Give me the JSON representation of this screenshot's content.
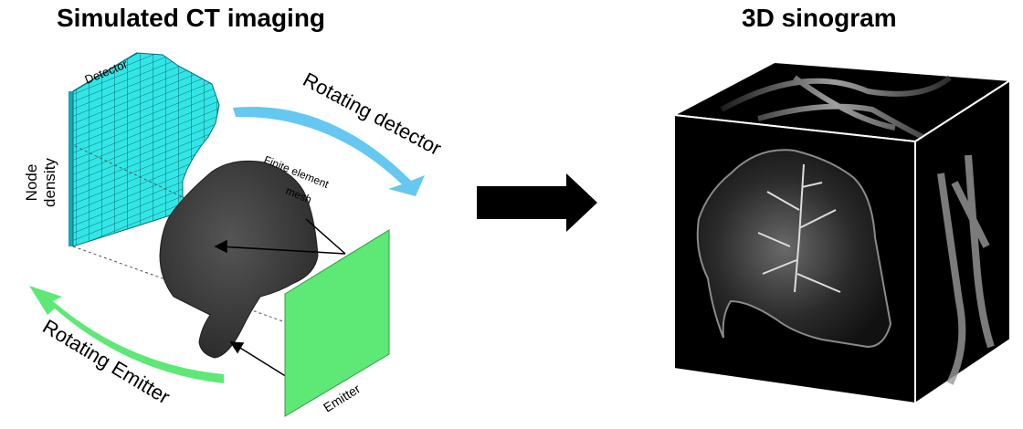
{
  "titles": {
    "left": "Simulated CT imaging",
    "right": "3D sinogram"
  },
  "labels": {
    "detector": "Detector",
    "node_density_line1": "Node",
    "node_density_line2": "density",
    "rotating_detector": "Rotating detector",
    "finite_element_line1": "Finite element",
    "finite_element_line2": "mesh",
    "rotating_emitter": "Rotating Emitter",
    "emitter": "Emitter"
  },
  "colors": {
    "detector": "#33e6e6",
    "detector_edge": "#0a6f7a",
    "detector_arrow": "#64c8f0",
    "emitter": "#5ee876",
    "emitter_arrow": "#5ee876",
    "mesh": "#3a3a3a",
    "cube_faces": "#000000",
    "cube_edges": "#ffffff",
    "process_arrow": "#000000"
  },
  "icons": {
    "process_arrow": "right-arrow-icon"
  }
}
